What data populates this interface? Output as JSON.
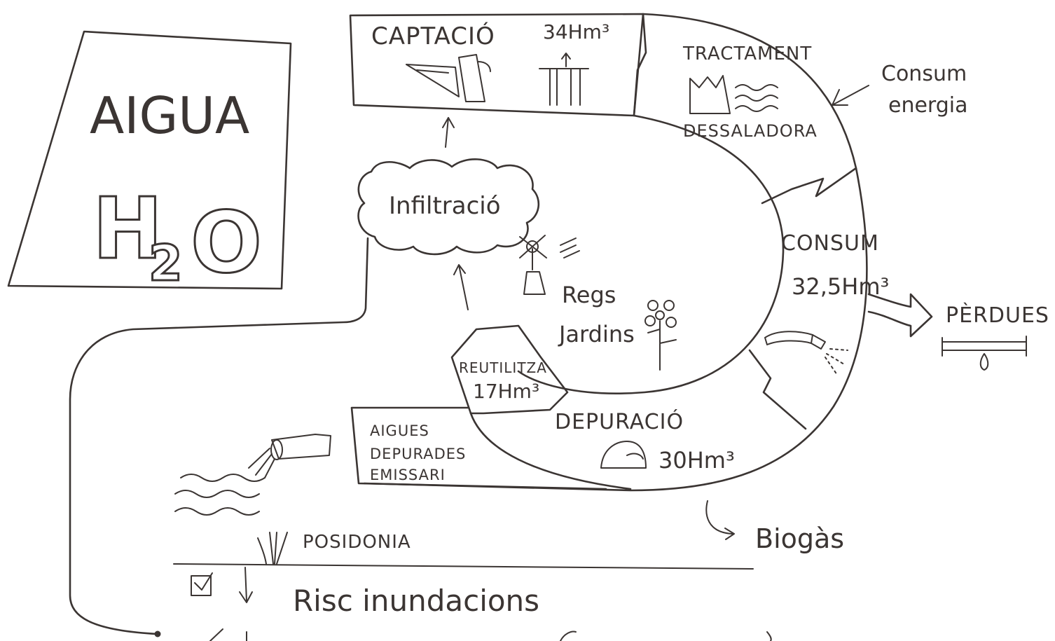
{
  "title_box": {
    "title": "AIGUA",
    "formula_h": "H",
    "formula_2": "2",
    "formula_o": "O"
  },
  "stages": {
    "captacio": {
      "label": "CAPTACIÓ",
      "value": "34Hm³"
    },
    "tractament": {
      "label": "TRACTAMENT",
      "sublabel": "DESSALADORA"
    },
    "consum": {
      "label": "CONSUM",
      "value": "32,5Hm³"
    },
    "depuracio": {
      "label": "DEPURACIÓ",
      "value": "30Hm³"
    },
    "reutilitza": {
      "label": "REUTILITZA",
      "value": "17Hm³"
    },
    "aigues": {
      "line1": "AIGUES",
      "line2": "DEPURADES",
      "line3": "EMISSARI"
    }
  },
  "annotations": {
    "infiltracio": "Infiltració",
    "regs": "Regs",
    "jardins": "Jardins",
    "consum_energia_1": "Consum",
    "consum_energia_2": "energia",
    "perdues": "PÈRDUES",
    "biogas": "Biogàs",
    "posidonia": "POSIDONIA",
    "risc": "Risc inundacions"
  }
}
